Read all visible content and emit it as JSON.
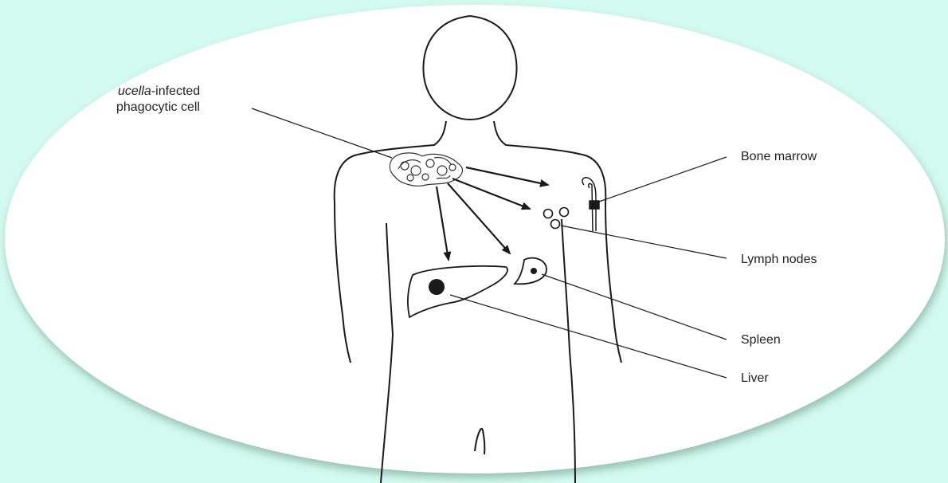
{
  "colors": {
    "background": "#d3faee",
    "ellipse": "#ffffff",
    "line": "#1a1a1a"
  },
  "labels": {
    "infected_cell_italic": "ucella",
    "infected_cell_rest": "-infected",
    "infected_cell_line2": "phagocytic cell",
    "bone_marrow": "Bone marrow",
    "lymph_nodes": "Lymph nodes",
    "spleen": "Spleen",
    "liver": "Liver"
  }
}
